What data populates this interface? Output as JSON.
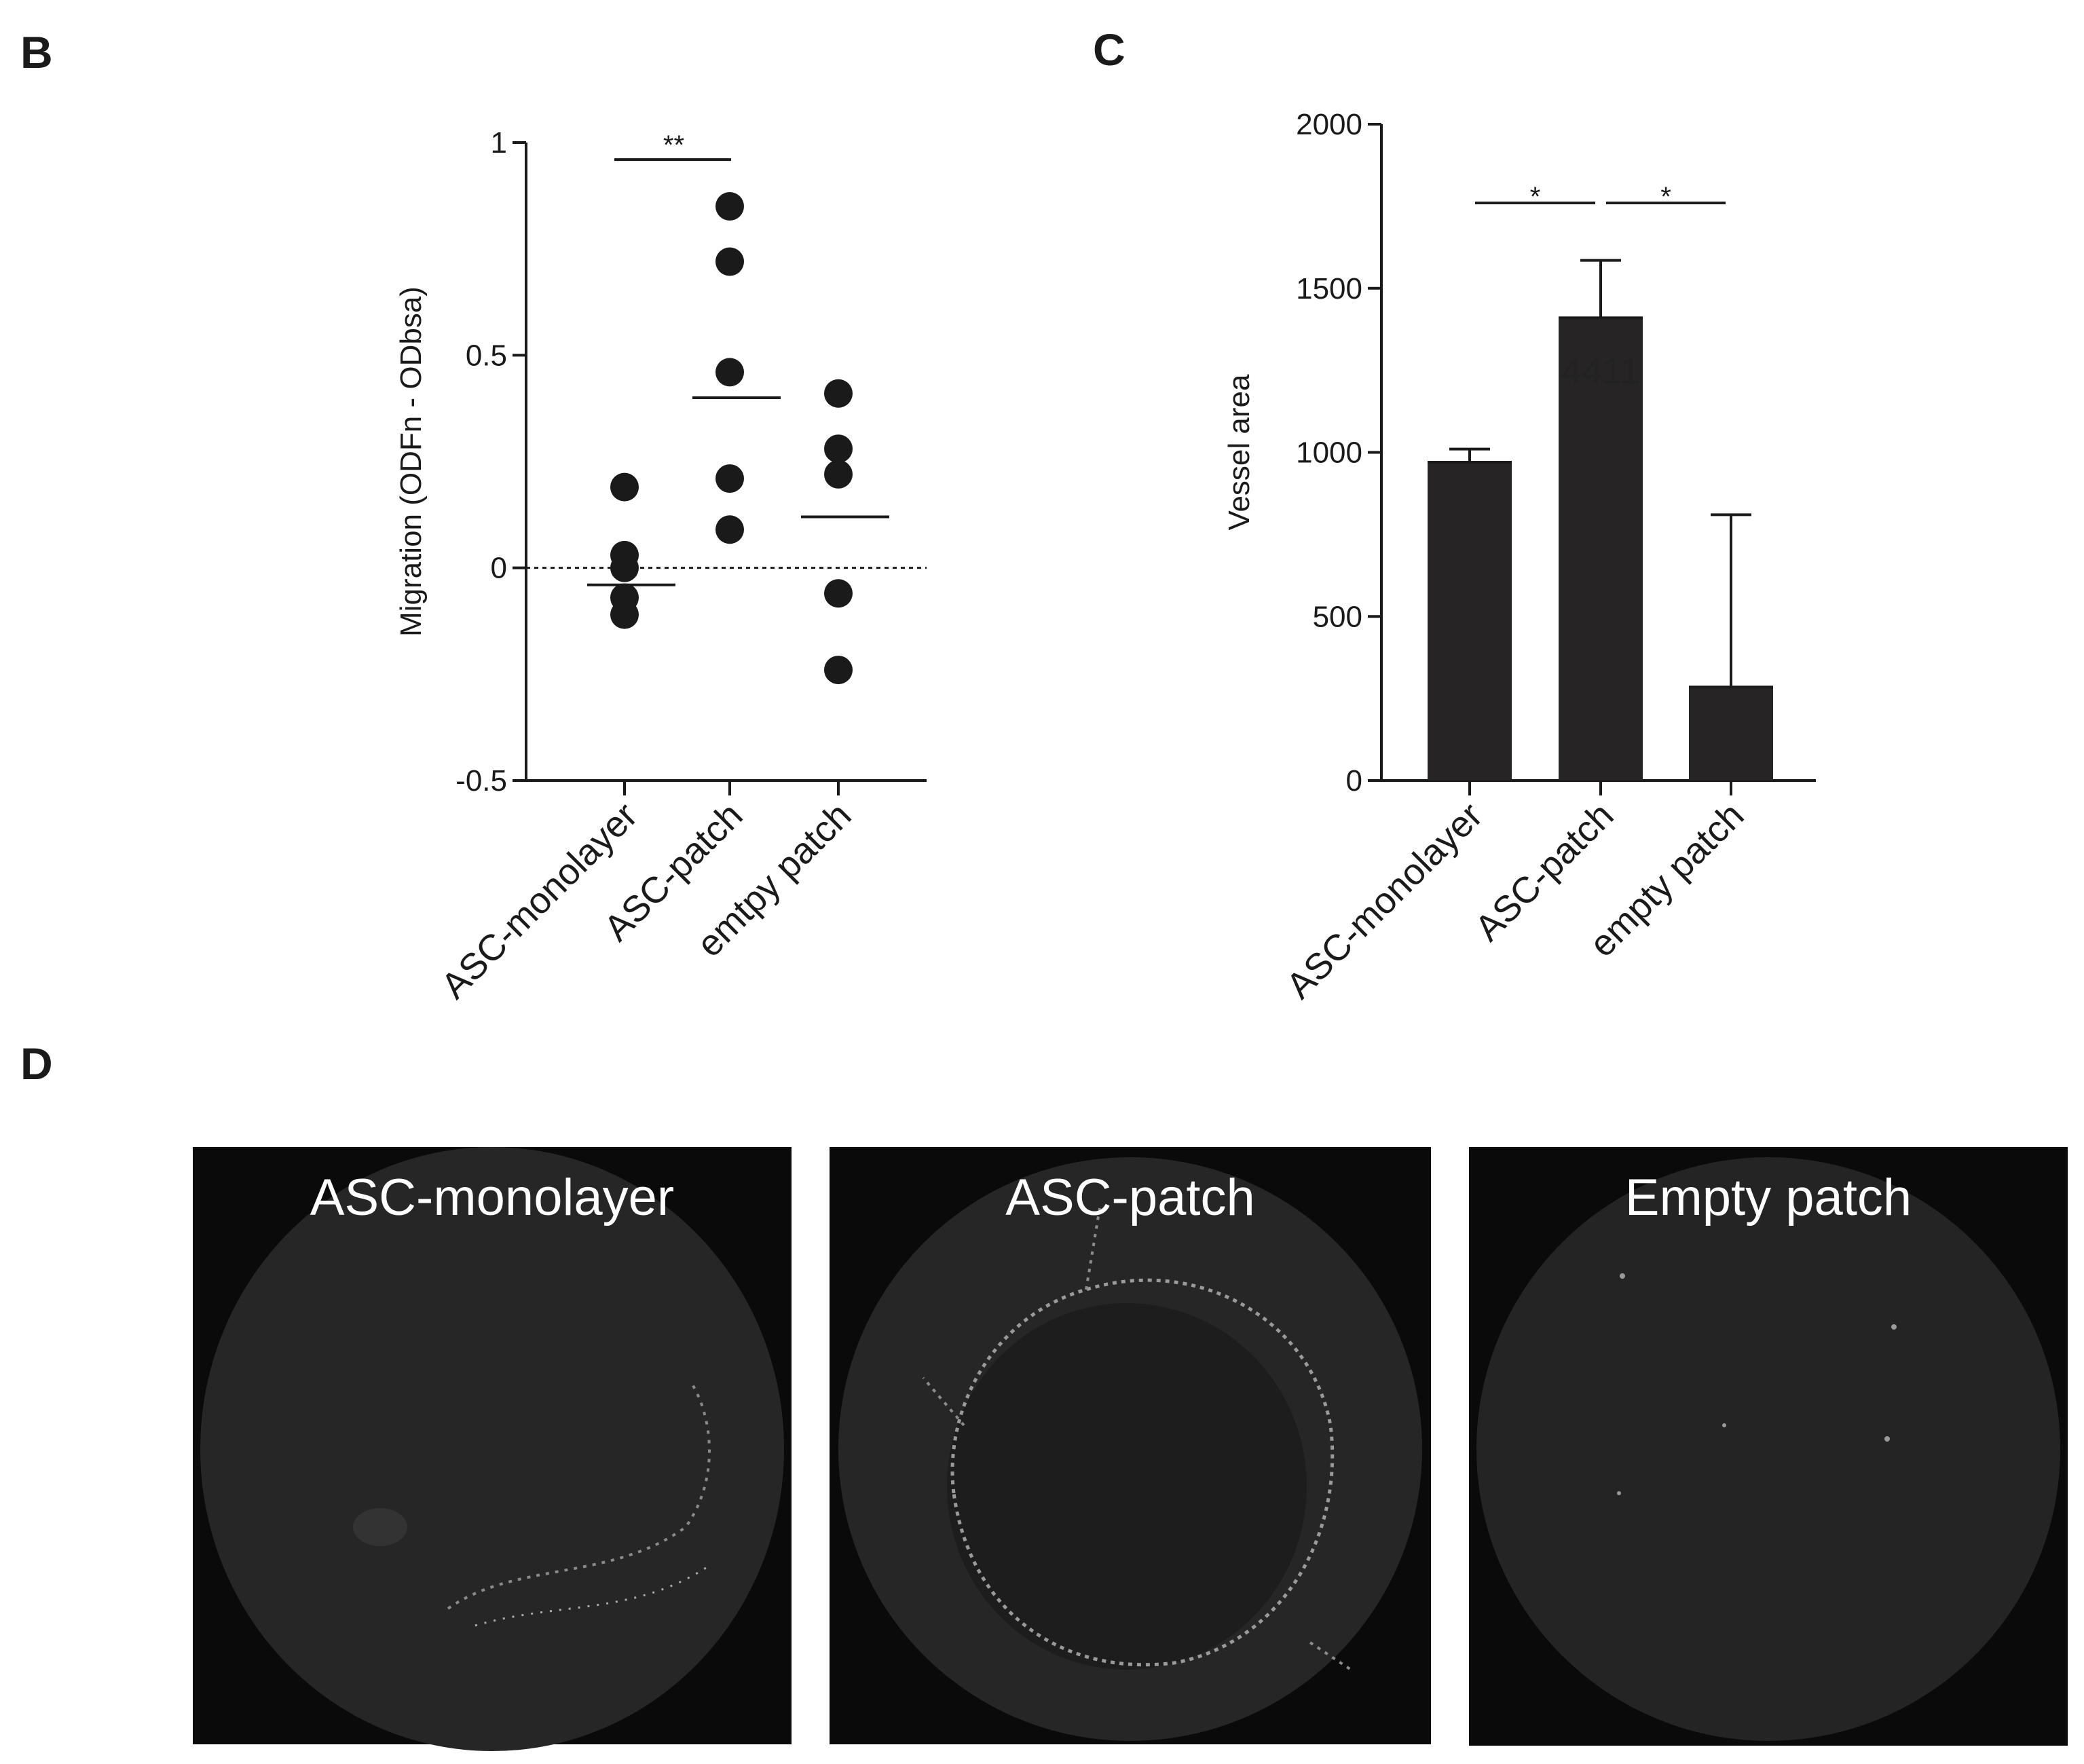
{
  "panels": {
    "b": "B",
    "c": "C",
    "d": "D"
  },
  "colors": {
    "ink": "#1a1a1a",
    "bar_fill": "#262424",
    "micrograph_bg": "#0a0a0a",
    "dish": "#2a2a2a"
  },
  "chart_data": [
    {
      "type": "scatter",
      "panel": "B",
      "ylabel": "Migration (ODFn - ODbsa)",
      "categories": [
        "ASC-monolayer",
        "ASC-patch",
        "emtpy patch"
      ],
      "ylim": [
        -0.5,
        1
      ],
      "yticks": [
        -0.5,
        0,
        0.5,
        1
      ],
      "ytick_labels": [
        "-0.5",
        "0",
        "0.5",
        "1"
      ],
      "reference_line": {
        "y": 0,
        "style": "dotted"
      },
      "points": [
        [
          0.19,
          0.03,
          0.0,
          -0.07,
          -0.11
        ],
        [
          0.85,
          0.72,
          0.46,
          0.21,
          0.09
        ],
        [
          0.41,
          0.28,
          0.22,
          -0.06,
          -0.24
        ]
      ],
      "means": [
        -0.04,
        0.4,
        0.12
      ],
      "significance": [
        {
          "from": 0,
          "to": 1,
          "label": "**",
          "y": 0.96
        }
      ]
    },
    {
      "type": "bar",
      "panel": "C",
      "ylabel": "Vessel area",
      "categories": [
        "ASC-monolayer",
        "ASC-patch",
        "empty patch"
      ],
      "values": [
        970,
        1410,
        285
      ],
      "errors": [
        40,
        175,
        525
      ],
      "ylim": [
        0,
        2000
      ],
      "yticks": [
        0,
        500,
        1000,
        1500,
        2000
      ],
      "ytick_labels": [
        "0",
        "500",
        "1000",
        "1500",
        "2000"
      ],
      "annotation": "4411",
      "significance": [
        {
          "from": 0,
          "to": 1,
          "label": "*",
          "y": 1760
        },
        {
          "from": 1,
          "to": 2,
          "label": "*",
          "y": 1760
        }
      ]
    }
  ],
  "micrographs": {
    "titles": [
      "ASC-monolayer",
      "ASC-patch",
      "Empty patch"
    ]
  }
}
